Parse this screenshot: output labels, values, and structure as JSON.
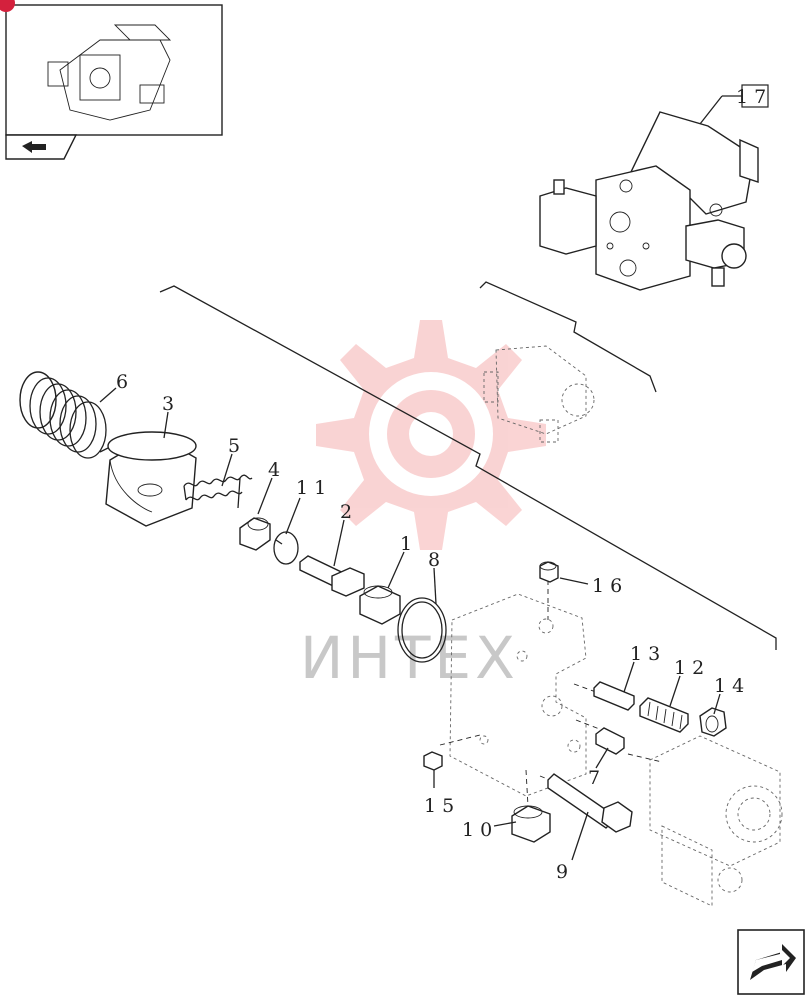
{
  "thumbnail": {
    "icon": "pump-assembly-thumbnail"
  },
  "nav": {
    "prev_icon": "arrow-back-icon",
    "next_icon": "arrow-next-icon"
  },
  "assembly_ref": "1 7",
  "watermark": {
    "text": "ИНТЕХ",
    "color": "#f5b0b0",
    "icon": "gear-logo"
  },
  "callouts": {
    "c1": "1",
    "c2": "2",
    "c3": "3",
    "c4": "4",
    "c5": "5",
    "c6": "6",
    "c7": "7",
    "c8": "8",
    "c9": "9",
    "c10": "1 0",
    "c11": "1 1",
    "c12": "1 2",
    "c13": "1 3",
    "c14": "1 4",
    "c15": "1 5",
    "c16": "1 6"
  }
}
